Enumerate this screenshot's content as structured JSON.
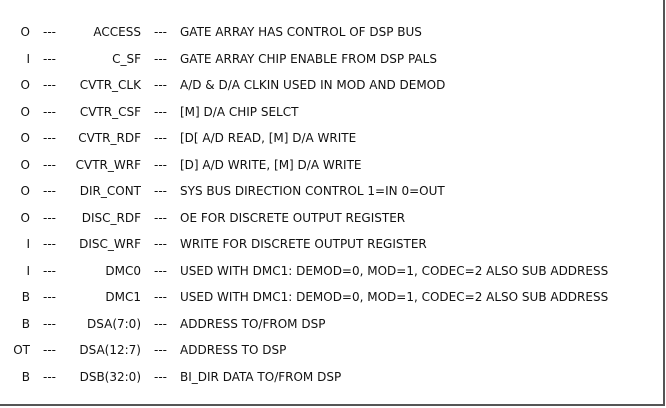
{
  "separator": "---",
  "signals": [
    {
      "direction": "O",
      "name": "ACCESS",
      "description": "GATE ARRAY HAS CONTROL OF DSP BUS"
    },
    {
      "direction": "I",
      "name": "C_SF",
      "description": "GATE ARRAY CHIP ENABLE FROM DSP PALS"
    },
    {
      "direction": "O",
      "name": "CVTR_CLK",
      "description": "A/D & D/A CLKIN USED IN MOD AND DEMOD"
    },
    {
      "direction": "O",
      "name": "CVTR_CSF",
      "description": "[M] D/A CHIP SELCT"
    },
    {
      "direction": "O",
      "name": "CVTR_RDF",
      "description": "[D[ A/D READ, [M] D/A WRITE"
    },
    {
      "direction": "O",
      "name": "CVTR_WRF",
      "description": "[D] A/D WRITE, [M] D/A WRITE"
    },
    {
      "direction": "O",
      "name": "DIR_CONT",
      "description": "SYS BUS DIRECTION CONTROL 1=IN 0=OUT"
    },
    {
      "direction": "O",
      "name": "DISC_RDF",
      "description": "OE FOR DISCRETE OUTPUT REGISTER"
    },
    {
      "direction": "I",
      "name": "DISC_WRF",
      "description": "WRITE FOR DISCRETE OUTPUT REGISTER"
    },
    {
      "direction": "I",
      "name": "DMC0",
      "description": "USED WITH DMC1: DEMOD=0, MOD=1, CODEC=2 ALSO SUB ADDRESS"
    },
    {
      "direction": "B",
      "name": "DMC1",
      "description": "USED WITH DMC1: DEMOD=0, MOD=1, CODEC=2 ALSO SUB ADDRESS"
    },
    {
      "direction": "B",
      "name": "DSA(7:0)",
      "description": "ADDRESS TO/FROM DSP"
    },
    {
      "direction": "OT",
      "name": "DSA(12:7)",
      "description": "ADDRESS TO DSP"
    },
    {
      "direction": "B",
      "name": "DSB(32:0)",
      "description": "BI_DIR DATA TO/FROM DSP"
    }
  ]
}
